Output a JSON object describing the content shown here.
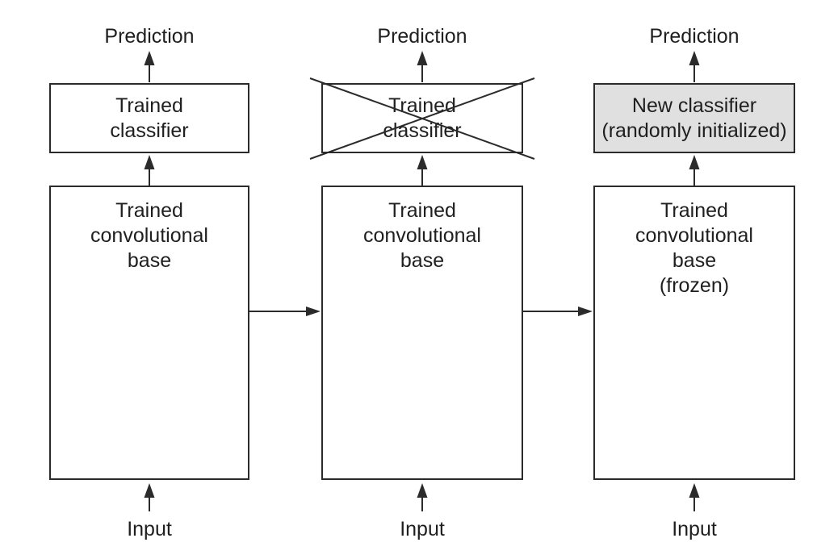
{
  "diagram": {
    "columns": [
      {
        "prediction_label": "Prediction",
        "classifier_lines": [
          "Trained",
          "classifier"
        ],
        "classifier_crossed_out": false,
        "classifier_highlighted": false,
        "base_lines": [
          "Trained",
          "convolutional",
          "base"
        ],
        "input_label": "Input"
      },
      {
        "prediction_label": "Prediction",
        "classifier_lines": [
          "Trained",
          "classifier"
        ],
        "classifier_crossed_out": true,
        "classifier_highlighted": false,
        "base_lines": [
          "Trained",
          "convolutional",
          "base"
        ],
        "input_label": "Input"
      },
      {
        "prediction_label": "Prediction",
        "classifier_lines": [
          "New classifier",
          "(randomly initialized)"
        ],
        "classifier_crossed_out": false,
        "classifier_highlighted": true,
        "base_lines": [
          "Trained",
          "convolutional",
          "base",
          "(frozen)"
        ],
        "input_label": "Input"
      }
    ],
    "colors": {
      "line": "#2b2b2b",
      "text": "#1f1f1f",
      "box_fill": "#ffffff",
      "highlight_fill": "#e0e0e0",
      "background": "#ffffff"
    }
  }
}
